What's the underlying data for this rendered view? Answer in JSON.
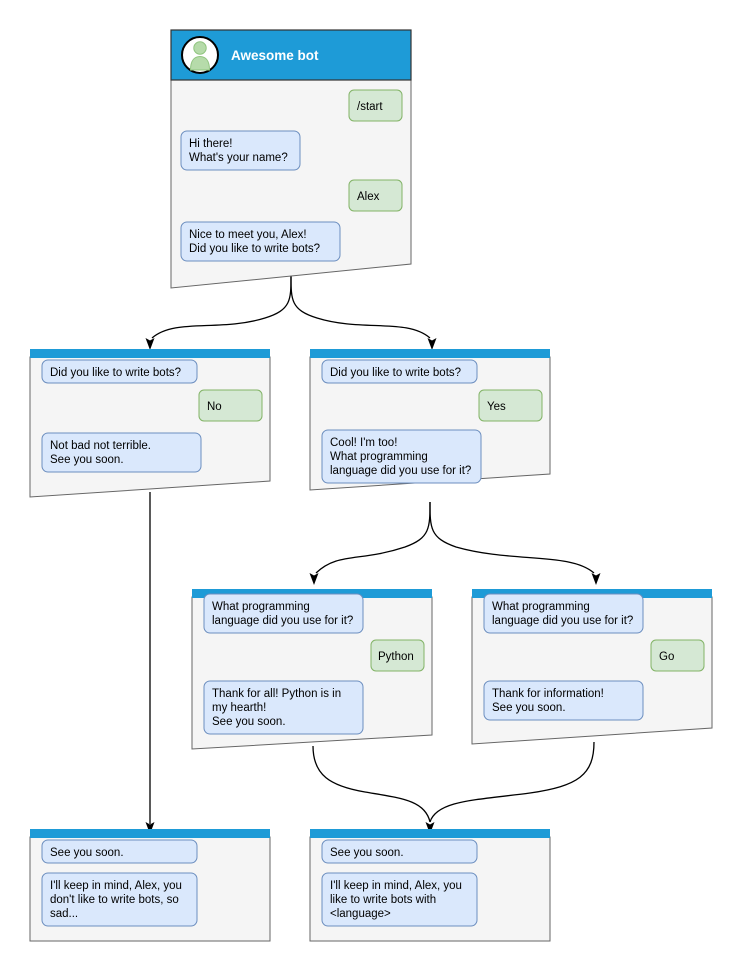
{
  "diagram": {
    "type": "chatbot-conversation-flowchart",
    "background_color": "#ffffff",
    "colors": {
      "header_blue": "#1e9bd7",
      "card_body": "#f5f5f5",
      "card_border": "#666666",
      "bot_bubble_fill": "#dae8fc",
      "bot_bubble_border": "#6c8ebf",
      "user_bubble_fill": "#d5e8d4",
      "user_bubble_border": "#82b366",
      "connector": "#000000"
    }
  },
  "root_card": {
    "title": "Awesome bot",
    "avatar_icon": "person-avatar-icon",
    "messages": [
      {
        "side": "user",
        "lines": [
          "/start"
        ]
      },
      {
        "side": "bot",
        "lines": [
          "Hi there!",
          "What's your name?"
        ]
      },
      {
        "side": "user",
        "lines": [
          "Alex"
        ]
      },
      {
        "side": "bot",
        "lines": [
          "Nice to meet you, Alex!",
          "Did you like to write bots?"
        ]
      }
    ]
  },
  "cards": [
    {
      "id": "no-branch",
      "messages": [
        {
          "side": "bot",
          "lines": [
            "Did you like to write bots?"
          ]
        },
        {
          "side": "user",
          "lines": [
            "No"
          ]
        },
        {
          "side": "bot",
          "lines": [
            "Not bad not terrible.",
            "See you soon."
          ]
        }
      ]
    },
    {
      "id": "yes-branch",
      "messages": [
        {
          "side": "bot",
          "lines": [
            "Did you like to write bots?"
          ]
        },
        {
          "side": "user",
          "lines": [
            "Yes"
          ]
        },
        {
          "side": "bot",
          "lines": [
            "Cool! I'm too!",
            "What programming",
            "language did you use for it?"
          ]
        }
      ]
    },
    {
      "id": "python-branch",
      "messages": [
        {
          "side": "bot",
          "lines": [
            "What programming",
            "language did you use for it?"
          ]
        },
        {
          "side": "user",
          "lines": [
            "Python"
          ]
        },
        {
          "side": "bot",
          "lines": [
            "Thank for all! Python is in",
            "my hearth!",
            "See you soon."
          ]
        }
      ]
    },
    {
      "id": "go-branch",
      "messages": [
        {
          "side": "bot",
          "lines": [
            "What programming",
            "language did you use for it?"
          ]
        },
        {
          "side": "user",
          "lines": [
            "Go"
          ]
        },
        {
          "side": "bot",
          "lines": [
            "Thank for information!",
            "See you soon."
          ]
        }
      ]
    },
    {
      "id": "farewell-no",
      "messages": [
        {
          "side": "bot",
          "lines": [
            "See you soon."
          ]
        },
        {
          "side": "bot",
          "lines": [
            "I'll keep in mind, Alex, you",
            "don't like to write bots, so",
            "sad..."
          ]
        }
      ]
    },
    {
      "id": "farewell-yes",
      "messages": [
        {
          "side": "bot",
          "lines": [
            "See you soon."
          ]
        },
        {
          "side": "bot",
          "lines": [
            "I'll keep in mind, Alex, you",
            "like to write bots with",
            "<language>"
          ]
        }
      ]
    }
  ]
}
